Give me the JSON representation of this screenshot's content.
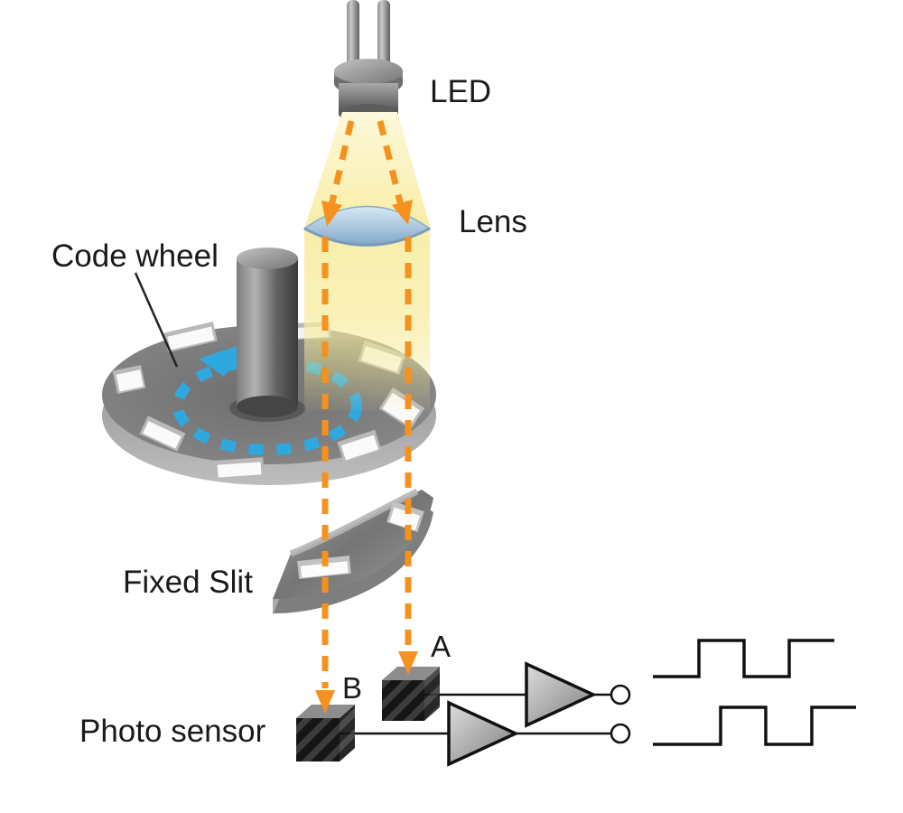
{
  "labels": {
    "led": "LED",
    "lens": "Lens",
    "code_wheel": "Code wheel",
    "fixed_slit": "Fixed Slit",
    "photo_sensor": "Photo sensor",
    "channel_a": "A",
    "channel_b": "B"
  },
  "colors": {
    "light_beam": "#F8EDA6",
    "beam_dash": "#F5921E",
    "rotation_dash": "#2FA8DF",
    "lens_top": "#CFE3EF",
    "lens_bottom": "#7FA6C6",
    "line": "#111111"
  },
  "waveforms": {
    "a_points": "723,749 774,749 774,709 824,709 824,749 874,749 874,709 924,709",
    "b_points": "723,824 798,824 798,783 848,783 848,824 899,824 899,783 948,783"
  }
}
